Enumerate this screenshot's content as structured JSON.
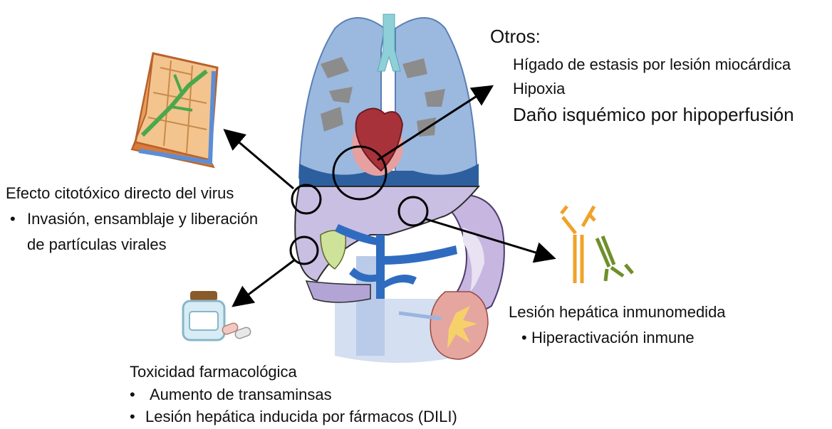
{
  "otros": {
    "title": "Otros:",
    "items": [
      "Hígado de estasis por lesión miocárdica",
      "Hipoxia",
      "Daño isquémico por hipoperfusión"
    ]
  },
  "citotoxico": {
    "title": "Efecto citotóxico directo del virus",
    "bullet": "•",
    "line1": "Invasión, ensamblaje y liberación",
    "line2": "de partículas virales"
  },
  "inmunomediada": {
    "title": "Lesión hepática inmunomedida",
    "bullet": "•",
    "item": "Hiperactivación inmune"
  },
  "farmacologica": {
    "title": "Toxicidad farmacológica",
    "bullet1": "•",
    "item1": "Aumento de transaminsas",
    "bullet2": "•",
    "item2": "Lesión hepática inducida por fármacos (DILI)"
  },
  "colors": {
    "lung": "#8fb1dc",
    "liver": "#c9bfe3",
    "vessel": "#2f6cc0",
    "heart": "#a8323a",
    "gallbladder": "#cfe29a",
    "kidney": "#e6a6a0",
    "antibody_orange": "#f0a22a",
    "antibody_green": "#6f8f2a"
  }
}
